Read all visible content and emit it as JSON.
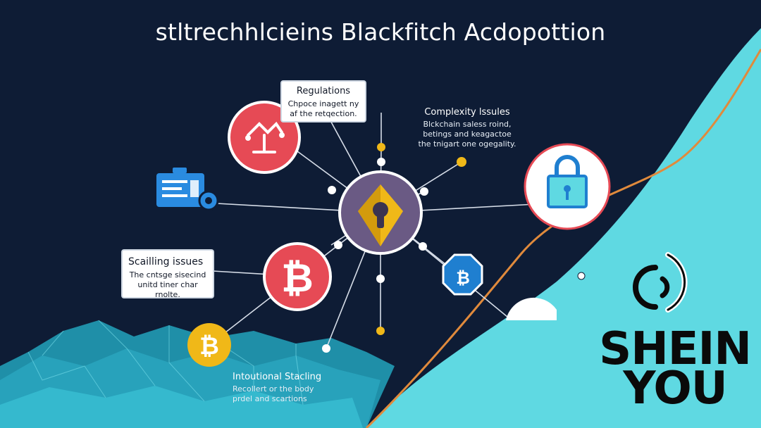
{
  "title": "stltrechhlcieins Blackfitch Acdopottion",
  "callouts": {
    "regulations": {
      "heading": "Regulations",
      "lines": [
        "Chpoce inagett ny",
        "af the retqection."
      ]
    },
    "complexity": {
      "heading": "Complexity lssules",
      "lines": [
        "Blckchain saless roind,",
        "betings and keagactoe",
        "the tnigart one ogegality."
      ]
    },
    "scaling": {
      "heading": "Scailling issues",
      "lines": [
        "The cntsge sisecind",
        "unitd tiner char rnolte."
      ]
    },
    "stacking": {
      "heading": "Intoutional Stacling",
      "lines": [
        "Recollert or the body",
        "prdel and scartions"
      ]
    }
  },
  "icons": {
    "hub": "shield-keyhole-icon",
    "regulations": "scales-icon",
    "bitcoin_large": "bitcoin-icon",
    "bitcoin_small": "bitcoin-icon",
    "bitcoin_badge": "bitcoin-octagon-icon",
    "document": "document-card-icon",
    "padlock": "padlock-icon",
    "brand_logo": "sound-wave-logo-icon"
  },
  "brand": {
    "line1": "SHEIN",
    "line2": "YOU"
  },
  "colors": {
    "background": "#0e1c35",
    "teal": "#5fd9e2",
    "red_node": "#e64a55",
    "hub": "#6a5a84",
    "gold": "#f0b818",
    "orange_line": "#e08a3c",
    "blue_badge": "#1f7fd0"
  }
}
